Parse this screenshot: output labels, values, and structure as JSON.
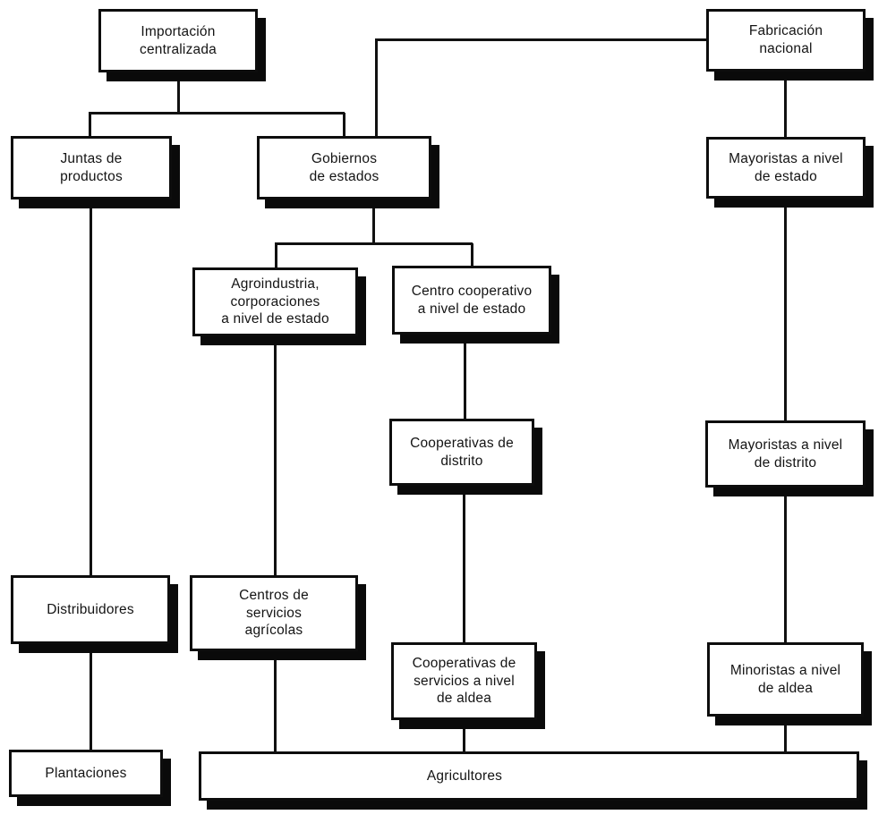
{
  "diagram": {
    "language": "es",
    "background_color": "#ffffff",
    "line_color": "#111111",
    "box_fill_color": "#ffffff",
    "box_border_color": "#0d0d0d",
    "shadow_color": "#0a0a0a",
    "nodes": {
      "importacion": {
        "label": "Importación\ncentralizada"
      },
      "fabricacion": {
        "label": "Fabricación\nnacional"
      },
      "juntas": {
        "label": "Juntas de\nproductos"
      },
      "gobiernos": {
        "label": "Gobiernos\nde estados"
      },
      "mayoristas_estado": {
        "label": "Mayoristas a nivel\nde estado"
      },
      "agroindustria": {
        "label": "Agroindustria,\ncorporaciones\na nivel de estado"
      },
      "centro_cooperativo": {
        "label": "Centro cooperativo\na nivel de estado"
      },
      "cooperativas_distrito": {
        "label": "Cooperativas de\ndistrito"
      },
      "mayoristas_distrito": {
        "label": "Mayoristas a nivel\nde distrito"
      },
      "distribuidores": {
        "label": "Distribuidores"
      },
      "centros_servicios": {
        "label": "Centros de\nservicios\nagrícolas"
      },
      "cooperativas_aldea": {
        "label": "Cooperativas de\nservicios a nivel\nde aldea"
      },
      "minoristas_aldea": {
        "label": "Minoristas a nivel\nde aldea"
      },
      "plantaciones": {
        "label": "Plantaciones"
      },
      "agricultores": {
        "label": "Agricultores"
      }
    },
    "edges": [
      "importacion -> juntas",
      "importacion -> gobiernos",
      "fabricacion -> gobiernos",
      "fabricacion -> mayoristas_estado",
      "gobiernos -> agroindustria",
      "gobiernos -> centro_cooperativo",
      "centro_cooperativo -> cooperativas_distrito",
      "cooperativas_distrito -> cooperativas_aldea",
      "cooperativas_aldea -> agricultores",
      "agroindustria -> centros_servicios",
      "centros_servicios -> agricultores",
      "juntas -> distribuidores",
      "distribuidores -> plantaciones",
      "mayoristas_estado -> mayoristas_distrito",
      "mayoristas_distrito -> minoristas_aldea",
      "minoristas_aldea -> agricultores"
    ]
  }
}
